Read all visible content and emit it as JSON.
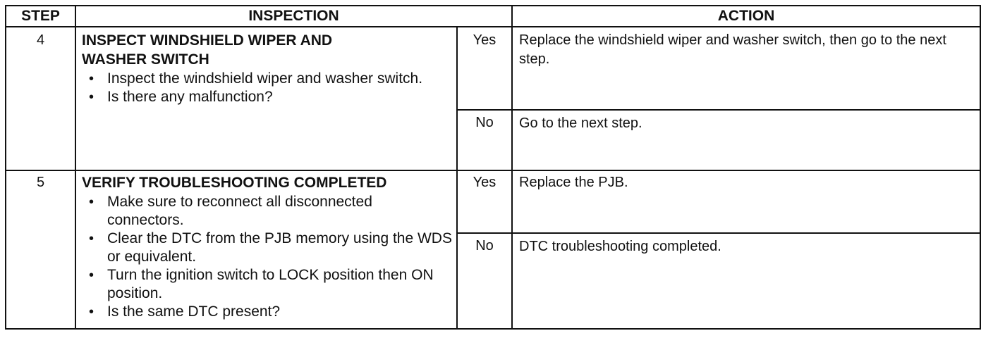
{
  "header": {
    "step": "STEP",
    "inspection": "INSPECTION",
    "action": "ACTION"
  },
  "rows": [
    {
      "step": "4",
      "title_lines": [
        "INSPECT WINDSHIELD WIPER AND",
        "WASHER SWITCH"
      ],
      "bullets": [
        "Inspect the windshield wiper and washer switch.",
        "Is there any malfunction?"
      ],
      "yes_label": "Yes",
      "yes_action": "Replace the windshield wiper and washer switch, then go to the next step.",
      "no_label": "No",
      "no_action": "Go to the next step."
    },
    {
      "step": "5",
      "title_lines": [
        "VERIFY TROUBLESHOOTING COMPLETED"
      ],
      "bullets": [
        "Make sure to reconnect all disconnected connectors.",
        "Clear the DTC from the PJB memory using the WDS or equivalent.",
        "Turn the ignition switch to LOCK position then ON position.",
        "Is the same DTC present?"
      ],
      "yes_label": "Yes",
      "yes_action": "Replace the PJB.",
      "no_label": "No",
      "no_action": "DTC troubleshooting completed."
    }
  ]
}
